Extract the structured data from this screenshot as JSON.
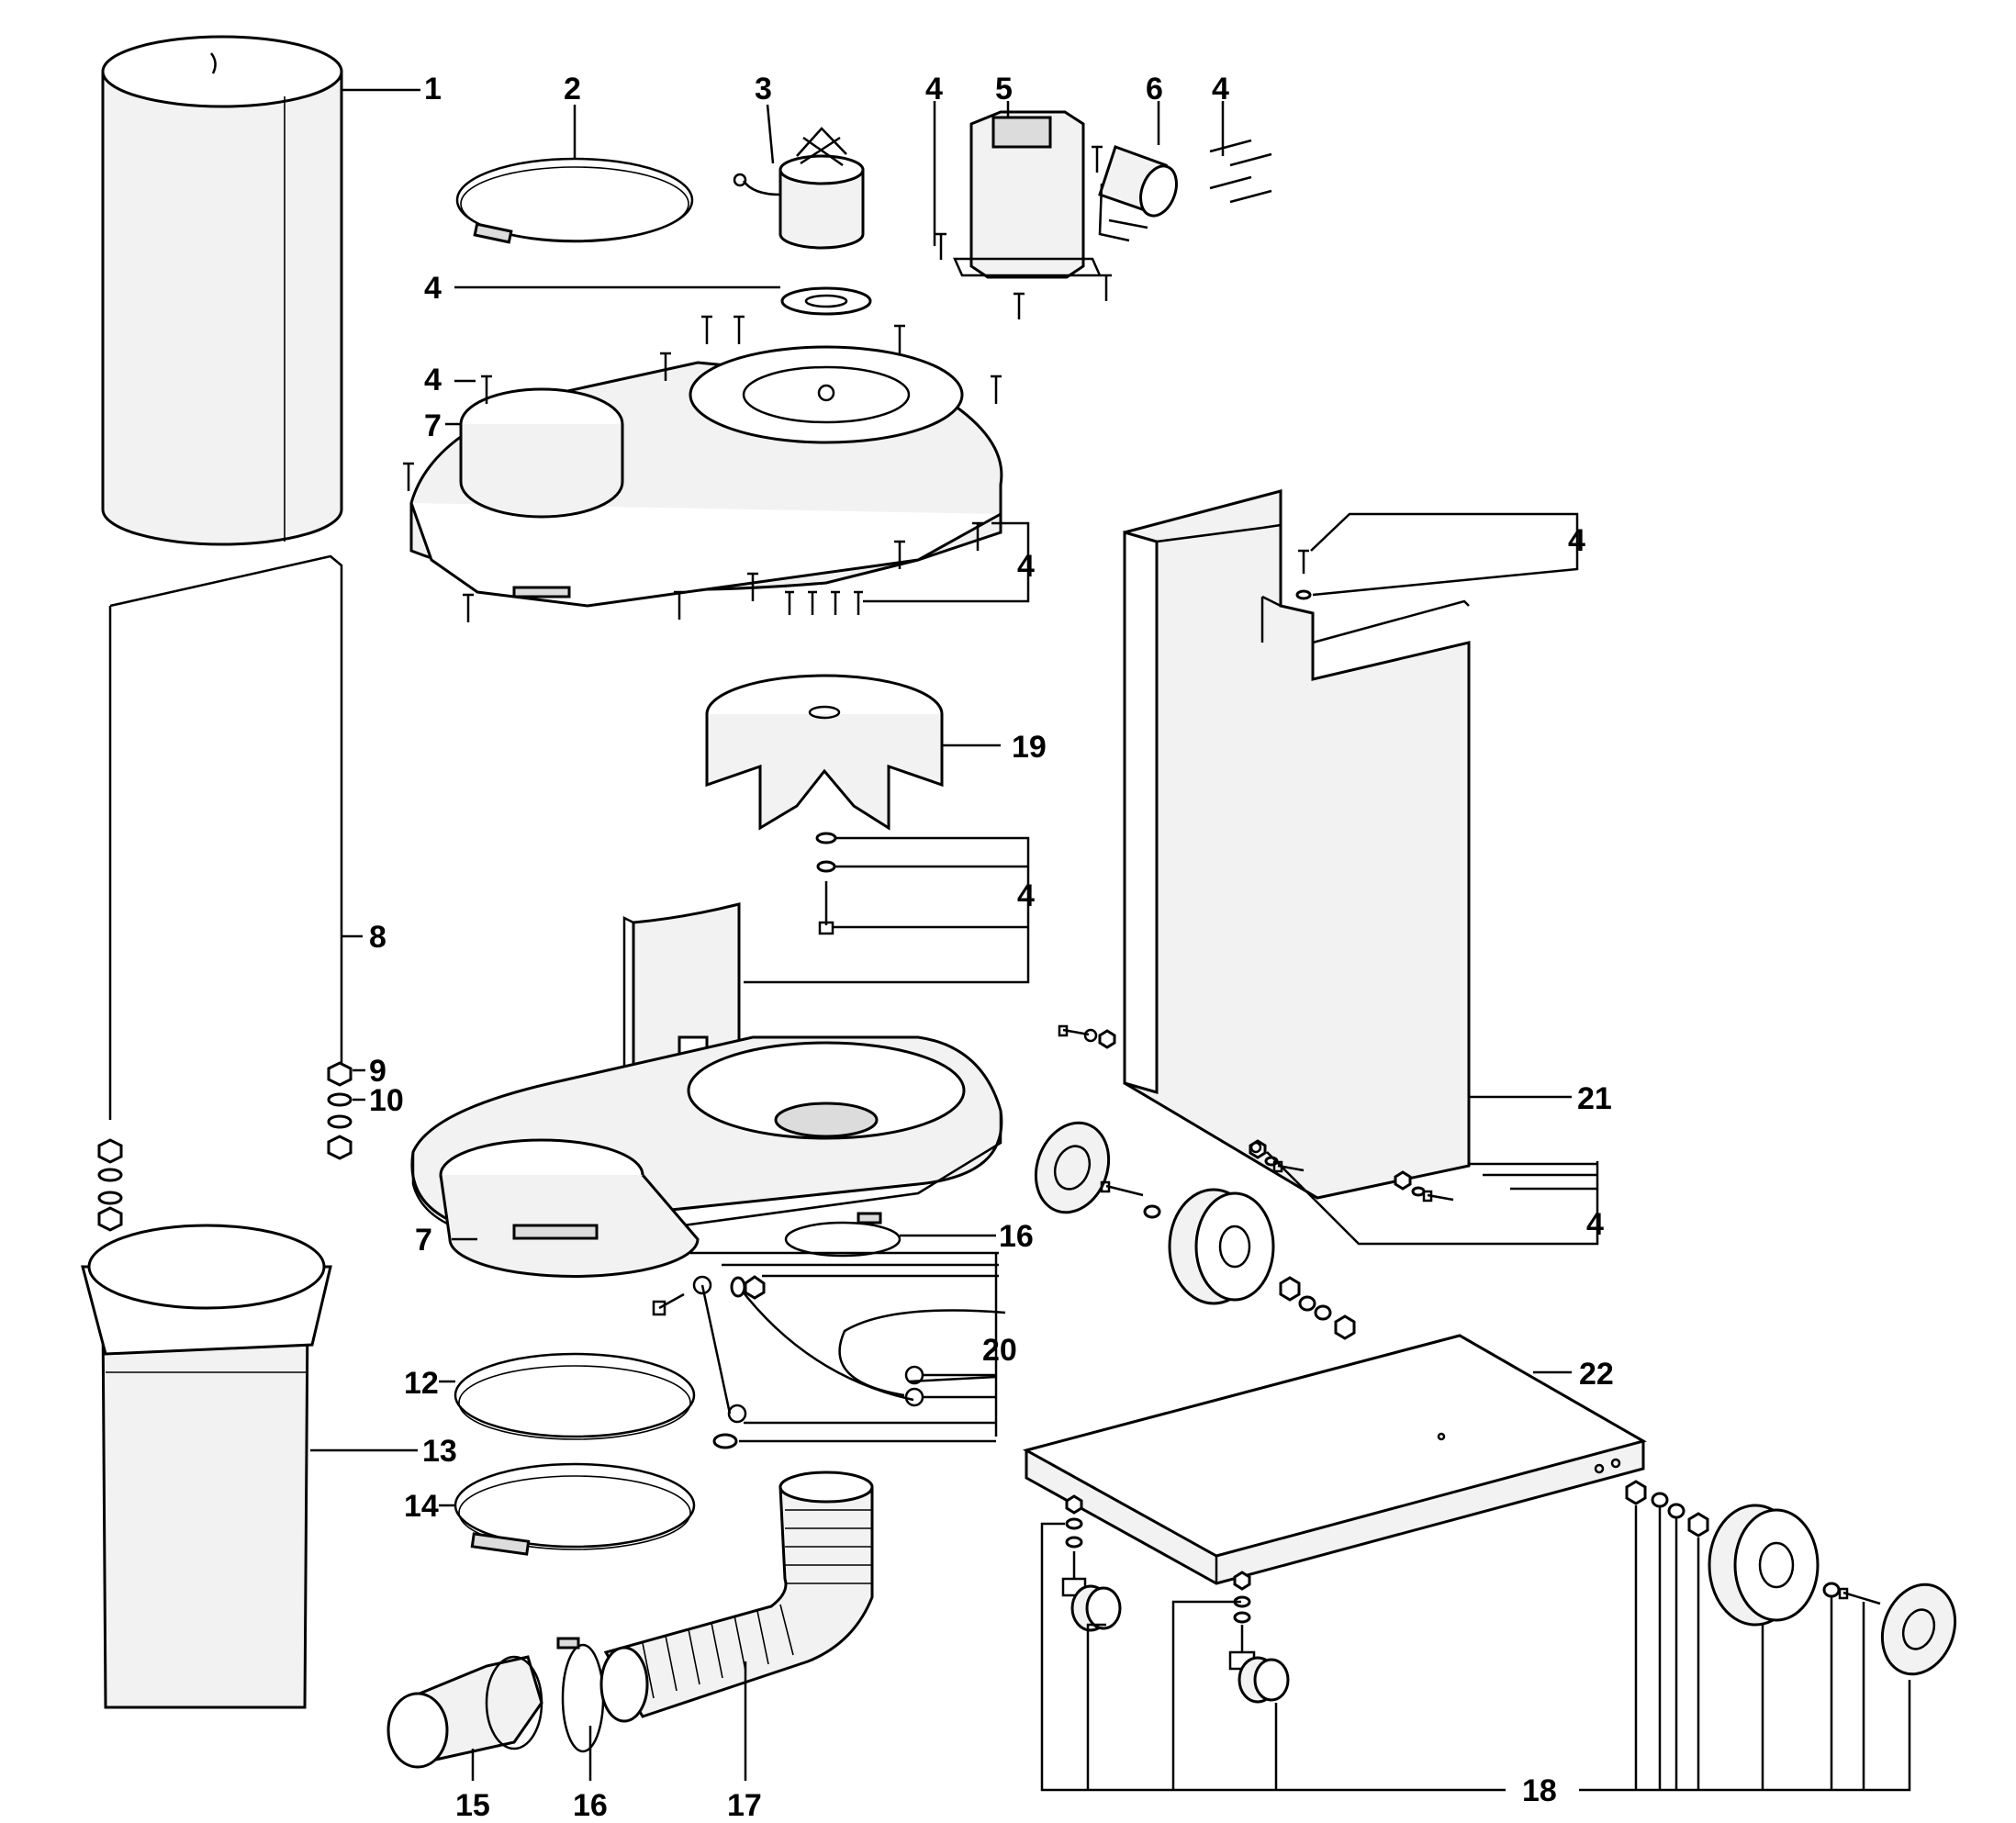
{
  "diagram": {
    "type": "exploded-parts-view",
    "callouts": {
      "c1": "1",
      "c2": "2",
      "c3": "3",
      "c4a": "4",
      "c5": "5",
      "c6": "6",
      "c4b": "4",
      "c4c": "4",
      "c4d": "4",
      "c7a": "7",
      "c4e": "4",
      "c4f": "4",
      "c19": "19",
      "c4g": "4",
      "c8": "8",
      "c9": "9",
      "c10": "10",
      "c21": "21",
      "c4h": "4",
      "c7b": "7",
      "c16a": "16",
      "c20": "20",
      "c22": "22",
      "c12": "12",
      "c13": "13",
      "c14": "14",
      "c15": "15",
      "c16b": "16",
      "c17": "17",
      "c18": "18"
    }
  }
}
